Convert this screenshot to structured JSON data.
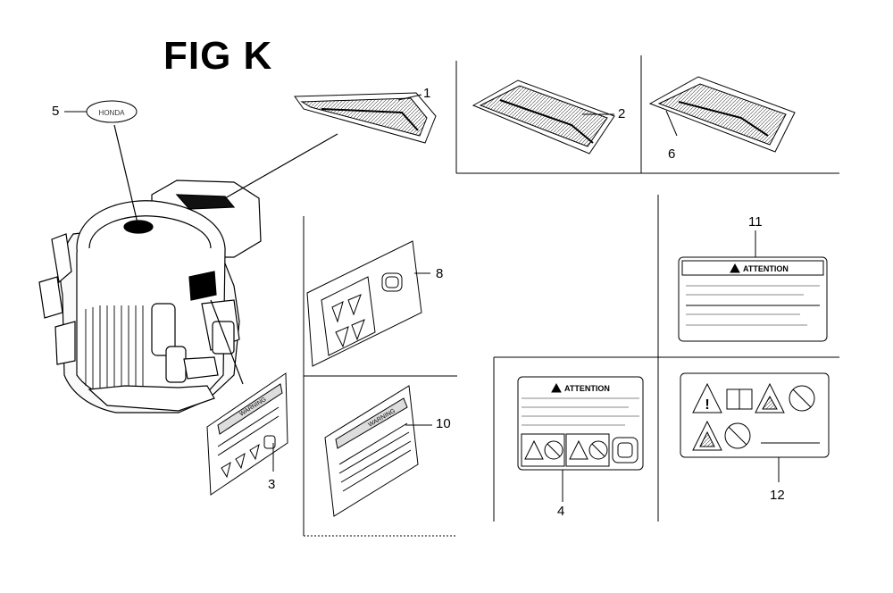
{
  "figure": {
    "title": "FIG K"
  },
  "callouts": [
    "1",
    "2",
    "3",
    "4",
    "5",
    "6",
    "8",
    "10",
    "11",
    "12"
  ],
  "labels": {
    "attention": "ATTENTION",
    "warning": "WARNING",
    "brand_oval": "HONDA"
  },
  "colors": {
    "line": "#000000",
    "panel_fill": "#f2f2f2",
    "label_fill": "#ffffff"
  }
}
